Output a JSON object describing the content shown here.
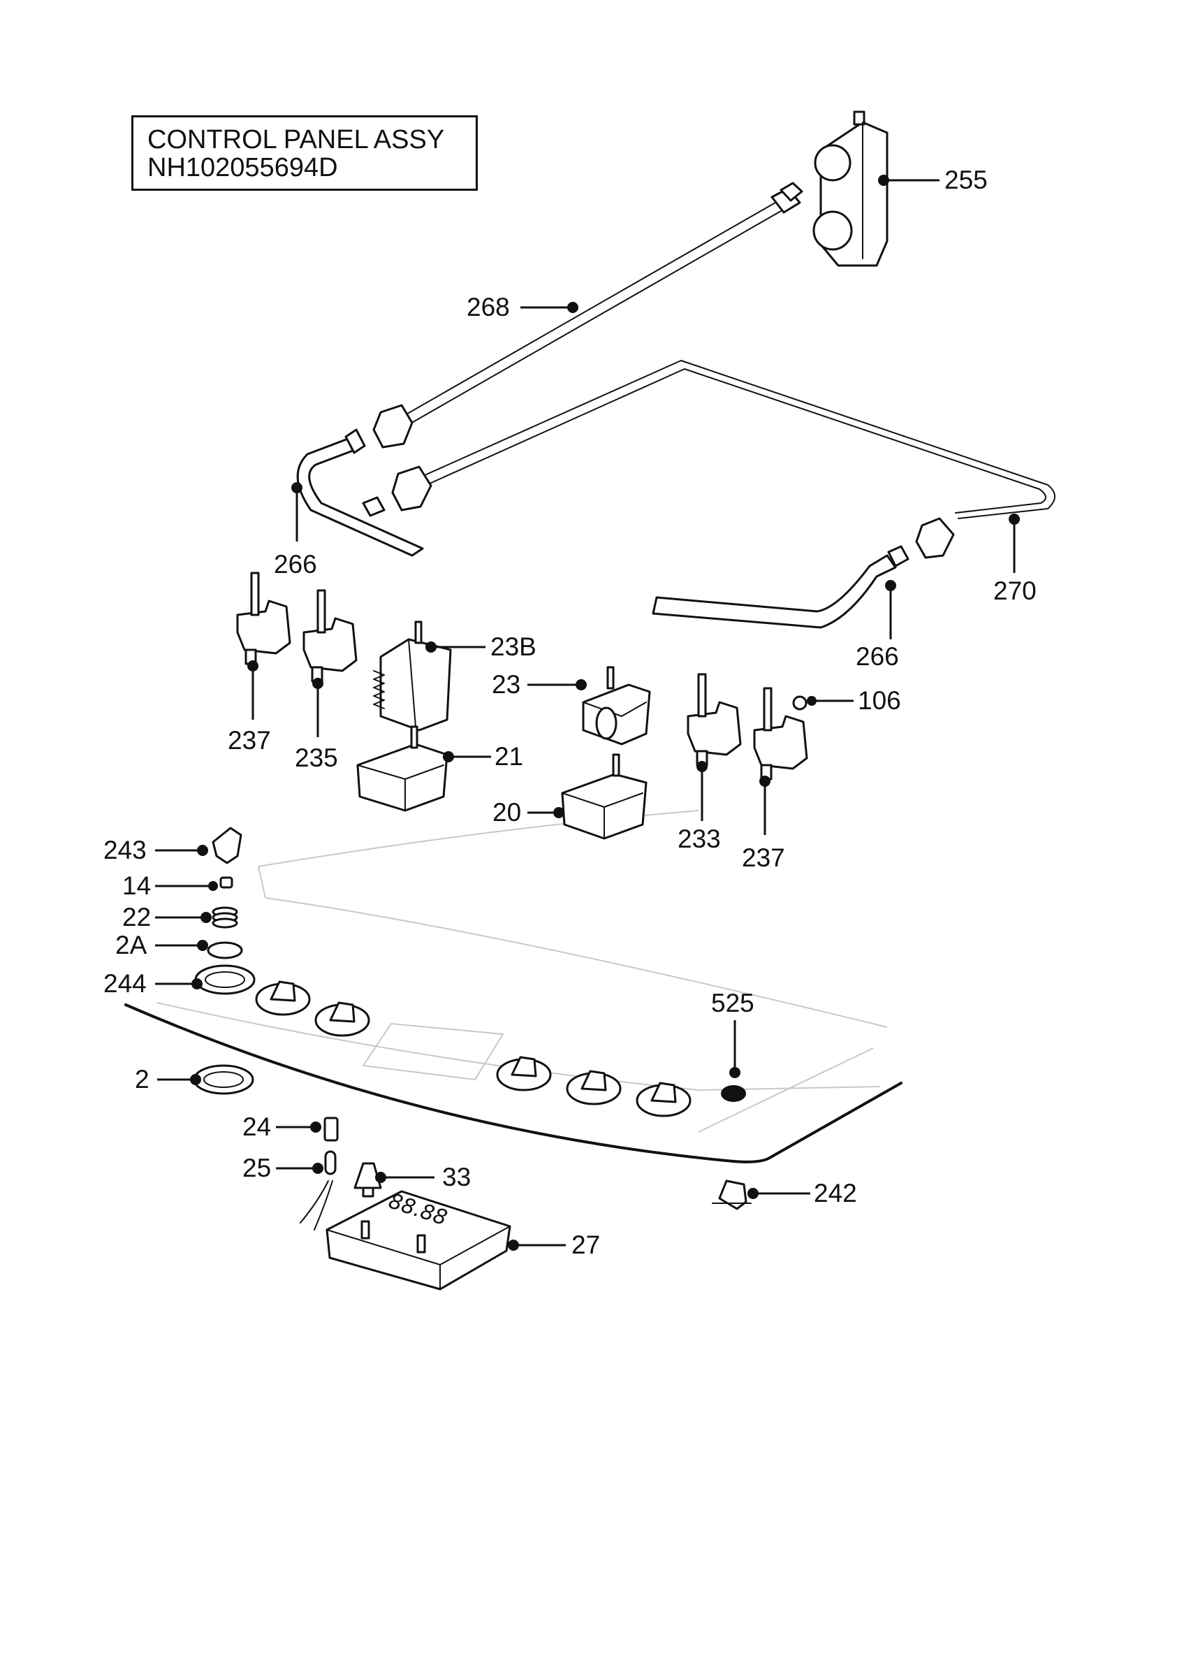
{
  "title": {
    "line1": "CONTROL PANEL ASSY",
    "line2": "NH102055694D"
  },
  "callouts": {
    "c255": "255",
    "c268": "268",
    "c266a": "266",
    "c270": "270",
    "c266b": "266",
    "c23b": "23B",
    "c237a": "237",
    "c235": "235",
    "c23": "23",
    "c106": "106",
    "c21": "21",
    "c20": "20",
    "c233": "233",
    "c237b": "237",
    "c243": "243",
    "c14": "14",
    "c22": "22",
    "c2a": "2A",
    "c244": "244",
    "c525": "525",
    "c2": "2",
    "c24": "24",
    "c25": "25",
    "c33": "33",
    "c242": "242",
    "c27": "27"
  },
  "display_text": "88.88"
}
